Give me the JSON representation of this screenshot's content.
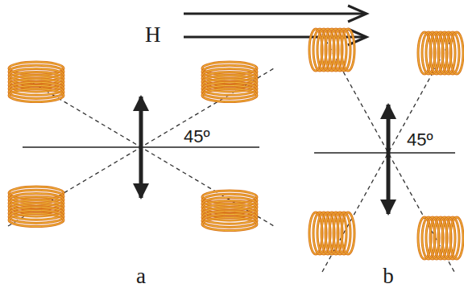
{
  "diagram": {
    "labels": [
      "H",
      "45º",
      "45º",
      "a",
      "b"
    ]
  }
}
